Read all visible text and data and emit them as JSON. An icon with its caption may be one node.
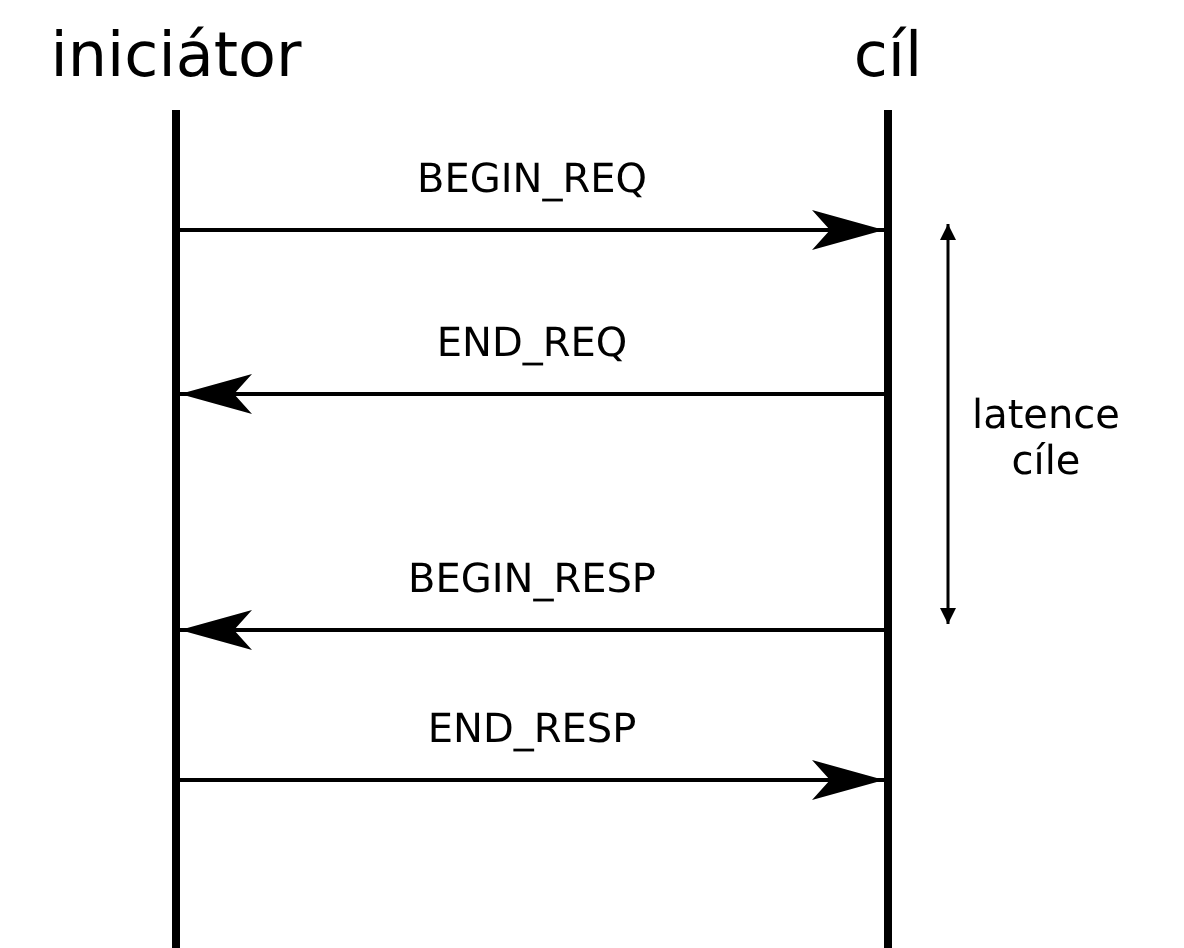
{
  "diagram": {
    "nodes": [
      {
        "text": [
          "iniciátor"
        ]
      },
      {
        "text": [
          "cíl"
        ]
      }
    ],
    "edges": [
      {
        "from": 0,
        "to": 1,
        "arrow": "to",
        "label": "BEGIN_REQ"
      },
      {
        "from": 1,
        "to": 0,
        "arrow": "to",
        "label": "END_REQ"
      },
      {
        "from": 1,
        "to": 0,
        "arrow": "to",
        "label": "BEGIN_RESP"
      },
      {
        "from": 0,
        "to": 1,
        "arrow": "to",
        "label": "END_RESP"
      }
    ],
    "labels": [
      "latence cíle"
    ]
  }
}
